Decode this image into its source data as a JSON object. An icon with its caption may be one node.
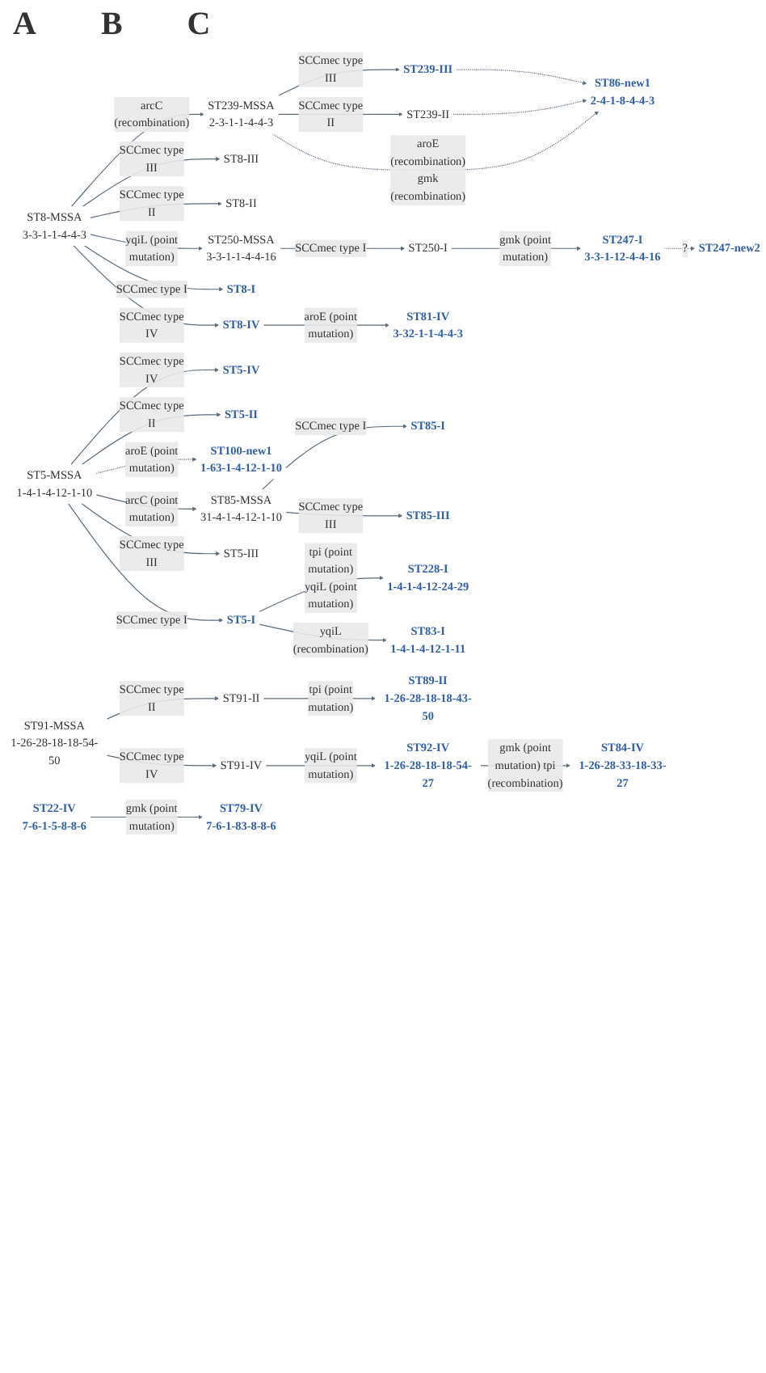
{
  "diagram": {
    "nodes": [
      {
        "text": [
          "ST239-III"
        ]
      },
      {
        "text": [
          "ST239-MSSA",
          "2-3-1-1-4-4-3"
        ]
      },
      {
        "text": [
          "ST86-new1",
          "2-4-1-8-4-4-3"
        ]
      },
      {
        "text": [
          "ST239-II"
        ]
      },
      {
        "text": [
          "ST8-III"
        ]
      },
      {
        "text": [
          "ST8-II"
        ]
      },
      {
        "text": [
          "ST8-MSSA",
          "3-3-1-1-4-4-3"
        ]
      },
      {
        "text": [
          "ST250-MSSA",
          "3-3-1-1-4-4-16"
        ]
      },
      {
        "text": [
          "ST250-I"
        ]
      },
      {
        "text": [
          "ST247-I",
          "3-3-1-12-4-4-16"
        ]
      },
      {
        "text": [
          "ST247-new2"
        ]
      },
      {
        "text": [
          "ST8-I"
        ]
      },
      {
        "text": [
          "ST8-IV"
        ]
      },
      {
        "text": [
          "ST81-IV",
          "3-32-1-1-4-4-3"
        ]
      },
      {
        "text": [
          "ST5-IV"
        ]
      },
      {
        "text": [
          "ST5-II"
        ]
      },
      {
        "text": [
          "ST100-new1",
          "1-63-1-4-12-1-10"
        ]
      },
      {
        "text": [
          "ST5-MSSA",
          "1-4-1-4-12-1-10"
        ]
      },
      {
        "text": [
          "ST85-MSSA",
          "31-4-1-4-12-1-10"
        ]
      },
      {
        "text": [
          "ST85-I"
        ]
      },
      {
        "text": [
          "ST85-III"
        ]
      },
      {
        "text": [
          "ST5-III"
        ]
      },
      {
        "text": [
          "ST5-I"
        ]
      },
      {
        "text": [
          "ST228-I",
          "1-4-1-4-12-24-29"
        ]
      },
      {
        "text": [
          "ST83-I",
          "1-4-1-4-12-1-11"
        ]
      },
      {
        "text": [
          "ST91-II"
        ]
      },
      {
        "text": [
          "ST89-II",
          "1-26-28-18-18-43-50"
        ]
      },
      {
        "text": [
          "ST91-MSSA",
          "1-26-28-18-18-54-50"
        ]
      },
      {
        "text": [
          "ST91-IV"
        ]
      },
      {
        "text": [
          "ST92-IV",
          "1-26-28-18-18-54-27"
        ]
      },
      {
        "text": [
          "ST84-IV",
          "1-26-28-33-18-33-27"
        ]
      },
      {
        "text": [
          "ST22-IV",
          "7-6-1-5-8-8-6"
        ]
      },
      {
        "text": [
          "ST79-IV",
          "7-6-1-83-8-8-6"
        ]
      }
    ],
    "edges": [
      {
        "from": 1,
        "to": 0,
        "arrow": "to",
        "label": "SCCmec type III"
      },
      {
        "from": 1,
        "to": 3,
        "arrow": "to",
        "label": "SCCmec type II"
      },
      {
        "from": 6,
        "to": 1,
        "arrow": "to",
        "label": "arcC (recombination)"
      },
      {
        "from": 0,
        "to": 2,
        "arrow": "to",
        "style": "dashed"
      },
      {
        "from": 1,
        "to": 2,
        "arrow": "to",
        "style": "dashed",
        "label": "aroE (recombination) gmk (recombination)"
      },
      {
        "from": 3,
        "to": 2,
        "arrow": "to",
        "style": "dashed"
      },
      {
        "from": 6,
        "to": 4,
        "arrow": "to",
        "label": "SCCmec type III"
      },
      {
        "from": 6,
        "to": 5,
        "arrow": "to",
        "label": "SCCmec type II"
      },
      {
        "from": 6,
        "to": 7,
        "arrow": "to",
        "label": "yqiL (point mutation)"
      },
      {
        "from": 7,
        "to": 8,
        "arrow": "to",
        "label": "SCCmec type I"
      },
      {
        "from": 8,
        "to": 9,
        "arrow": "to",
        "label": "gmk (point mutation)"
      },
      {
        "from": 9,
        "to": 10,
        "arrow": "to",
        "style": "dashed",
        "label": "?"
      },
      {
        "from": 6,
        "to": 11,
        "arrow": "to",
        "label": "SCCmec type I"
      },
      {
        "from": 6,
        "to": 12,
        "arrow": "to",
        "label": "SCCmec type IV"
      },
      {
        "from": 12,
        "to": 13,
        "arrow": "to",
        "label": "aroE (point mutation)"
      },
      {
        "from": 17,
        "to": 14,
        "arrow": "to",
        "label": "SCCmec type IV"
      },
      {
        "from": 17,
        "to": 15,
        "arrow": "to",
        "label": "SCCmec type II"
      },
      {
        "from": 17,
        "to": 16,
        "arrow": "to",
        "style": "dashed",
        "label": "aroE (point mutation)"
      },
      {
        "from": 17,
        "to": 18,
        "arrow": "to",
        "label": "arcC (point mutation)"
      },
      {
        "from": 18,
        "to": 19,
        "arrow": "to",
        "label": "SCCmec type I"
      },
      {
        "from": 18,
        "to": 20,
        "arrow": "to",
        "label": "SCCmec type III"
      },
      {
        "from": 17,
        "to": 21,
        "arrow": "to",
        "label": "SCCmec type III"
      },
      {
        "from": 17,
        "to": 22,
        "arrow": "to",
        "label": "SCCmec type I"
      },
      {
        "from": 22,
        "to": 23,
        "arrow": "to",
        "label": "tpi (point mutation) yqiL (point mutation)"
      },
      {
        "from": 22,
        "to": 24,
        "arrow": "to",
        "label": "yqiL (recombination)"
      },
      {
        "from": 27,
        "to": 25,
        "arrow": "to",
        "label": "SCCmec type II"
      },
      {
        "from": 25,
        "to": 26,
        "arrow": "to",
        "label": "tpi (point mutation)"
      },
      {
        "from": 27,
        "to": 28,
        "arrow": "to",
        "label": "SCCmec type IV"
      },
      {
        "from": 28,
        "to": 29,
        "arrow": "to",
        "label": "yqiL (point mutation)"
      },
      {
        "from": 29,
        "to": 30,
        "arrow": "to",
        "label": "gmk (point mutation) tpi (recombination)"
      },
      {
        "from": 31,
        "to": 32,
        "arrow": "to",
        "label": "gmk (point mutation)"
      }
    ],
    "labels": [
      "A",
      "B",
      "C"
    ]
  }
}
